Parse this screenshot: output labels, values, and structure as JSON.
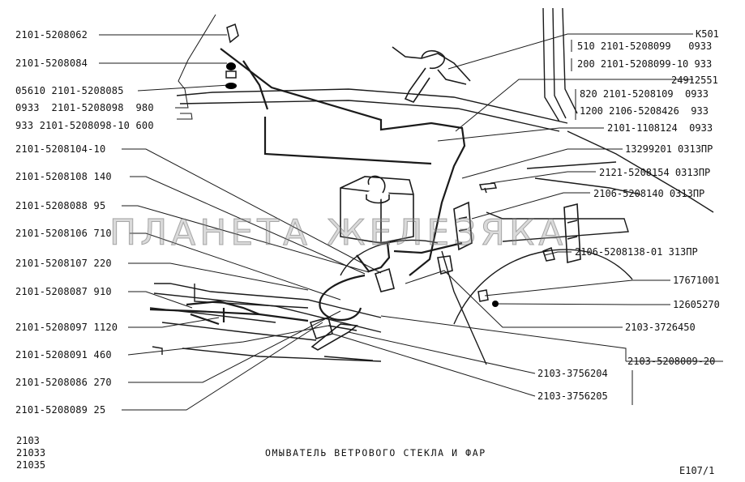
{
  "left_labels": [
    "2101-5208062",
    "2101-5208084",
    "05610 2101-5208085",
    "0933  2101-5208098  980",
    "933 2101-5208098-10 600",
    "2101-5208104-10",
    "2101-5208108 140",
    "2101-5208088 95",
    "2101-5208106 710",
    "2101-5208107 220",
    "2101-5208087 910",
    "2101-5208097 1120",
    "2101-5208091 460",
    "2101-5208086 270",
    "2101-5208089 25"
  ],
  "right_labels": [
    "К501",
    "510 2101-5208099   0933",
    "200 2101-5208099-10 933",
    "24912551",
    "820 2101-5208109  0933",
    "1200 2106-5208426  933",
    "2101-1108124  0933",
    "13299201 0313ПР",
    "2121-5208154 0313ПР",
    "2106-5208140 0313ПР",
    "2106-5208138-01 313ПР",
    "17671001",
    "12605270",
    "2103-3726450",
    "2103-5208009-20",
    "2103-3756204",
    "2103-3756205"
  ],
  "models": [
    "2103",
    "21033",
    "21035"
  ],
  "title": "ОМЫВАТЕЛЬ ВЕТРОВОГО СТЕКЛА И ФАР",
  "sheet_code": "Е107/1",
  "watermark": "ПЛАНЕТА ЖЕЛЕЗЯКА"
}
